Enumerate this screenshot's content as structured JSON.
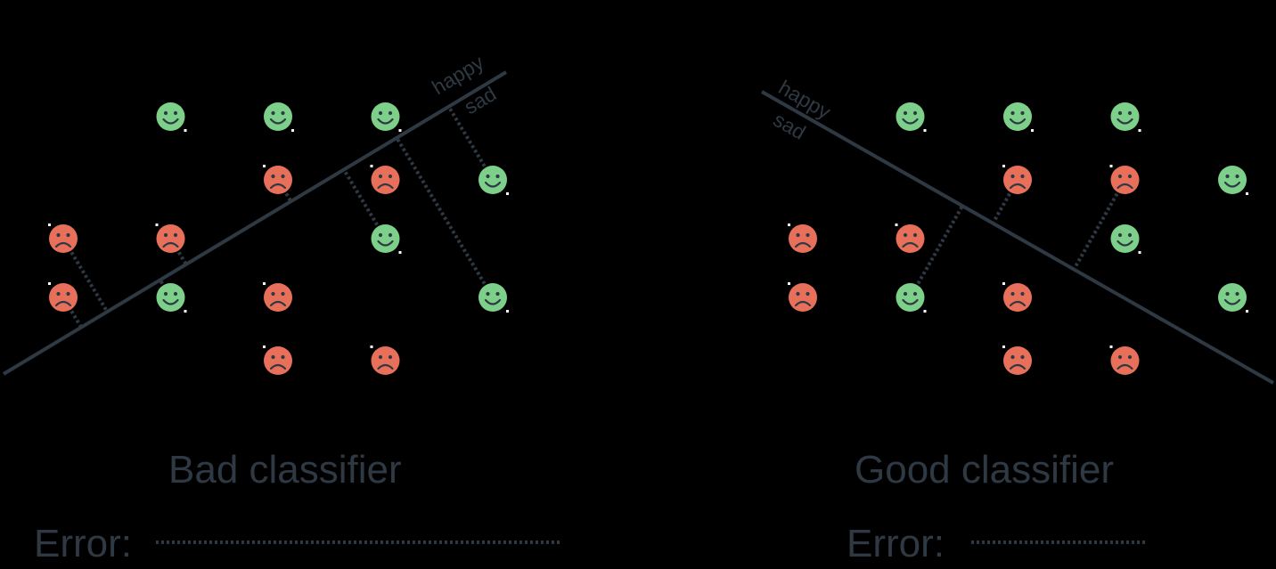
{
  "colors": {
    "background": "#000000",
    "ink": "#2f3943",
    "happy": "#7dd089",
    "sad": "#e8705a"
  },
  "icons": {
    "happy": "happy-face-icon",
    "sad": "sad-face-icon"
  },
  "panels": [
    {
      "id": "bad",
      "title": "Bad classifier",
      "error_label": "Error:",
      "line_labels": {
        "upper": "happy",
        "lower": "sad"
      },
      "points": [
        {
          "col": 0,
          "row": 2,
          "label": "sad"
        },
        {
          "col": 0,
          "row": 3,
          "label": "sad"
        },
        {
          "col": 1,
          "row": 0,
          "label": "happy"
        },
        {
          "col": 1,
          "row": 2,
          "label": "sad"
        },
        {
          "col": 1,
          "row": 3,
          "label": "happy"
        },
        {
          "col": 2,
          "row": 0,
          "label": "happy"
        },
        {
          "col": 2,
          "row": 1,
          "label": "sad"
        },
        {
          "col": 2,
          "row": 3,
          "label": "sad"
        },
        {
          "col": 2,
          "row": 4,
          "label": "sad"
        },
        {
          "col": 3,
          "row": 0,
          "label": "happy"
        },
        {
          "col": 3,
          "row": 1,
          "label": "sad"
        },
        {
          "col": 3,
          "row": 2,
          "label": "happy"
        },
        {
          "col": 3,
          "row": 4,
          "label": "sad"
        },
        {
          "col": 4,
          "row": 1,
          "label": "happy"
        },
        {
          "col": 4,
          "row": 3,
          "label": "happy"
        }
      ]
    },
    {
      "id": "good",
      "title": "Good classifier",
      "error_label": "Error:",
      "line_labels": {
        "upper": "happy",
        "lower": "sad"
      },
      "points": [
        {
          "col": 0,
          "row": 2,
          "label": "sad"
        },
        {
          "col": 0,
          "row": 3,
          "label": "sad"
        },
        {
          "col": 1,
          "row": 0,
          "label": "happy"
        },
        {
          "col": 1,
          "row": 2,
          "label": "sad"
        },
        {
          "col": 1,
          "row": 3,
          "label": "happy"
        },
        {
          "col": 2,
          "row": 0,
          "label": "happy"
        },
        {
          "col": 2,
          "row": 1,
          "label": "sad"
        },
        {
          "col": 2,
          "row": 3,
          "label": "sad"
        },
        {
          "col": 2,
          "row": 4,
          "label": "sad"
        },
        {
          "col": 3,
          "row": 0,
          "label": "happy"
        },
        {
          "col": 3,
          "row": 1,
          "label": "sad"
        },
        {
          "col": 3,
          "row": 2,
          "label": "happy"
        },
        {
          "col": 3,
          "row": 4,
          "label": "sad"
        },
        {
          "col": 4,
          "row": 1,
          "label": "happy"
        },
        {
          "col": 4,
          "row": 3,
          "label": "happy"
        }
      ]
    }
  ]
}
